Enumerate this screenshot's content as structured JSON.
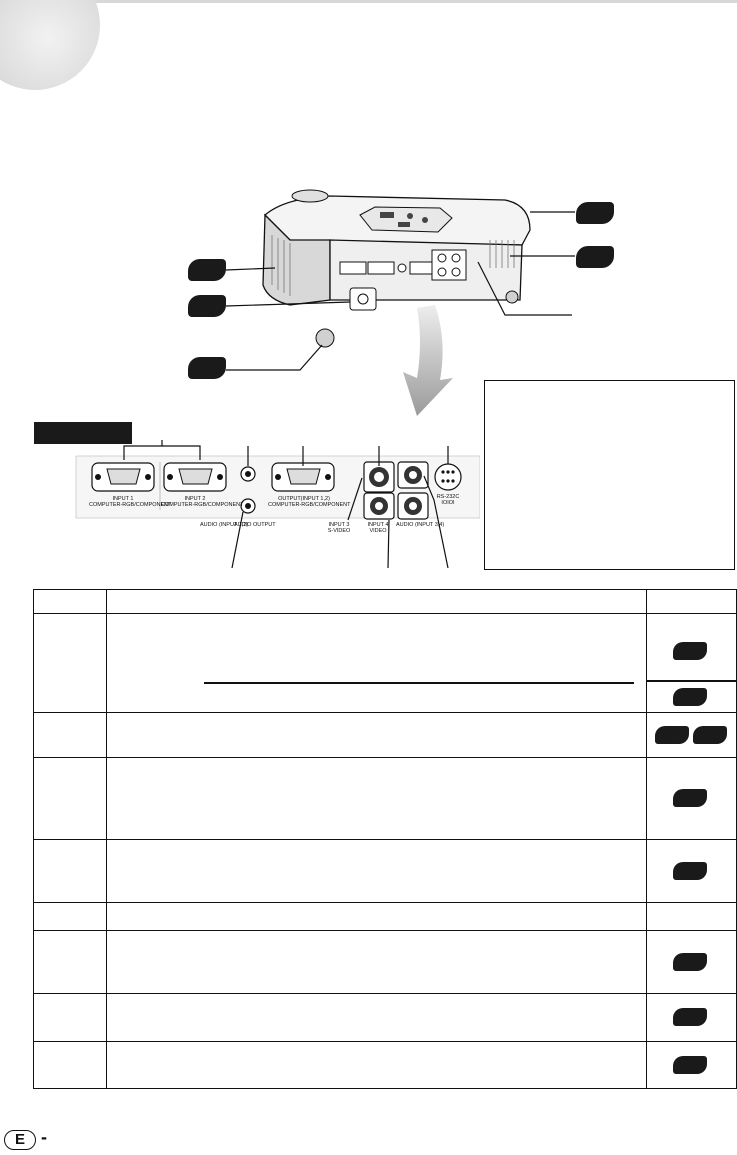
{
  "page": {
    "footer_letter": "E",
    "footer_dash": "-"
  },
  "rear_panel": {
    "ports": {
      "input1": "INPUT 1",
      "input2": "INPUT 2",
      "input12_sub": "COMPUTER-RGB/COMPONENT",
      "output": "OUTPUT(INPUT 1,2)",
      "output_sub": "COMPUTER-RGB/COMPONENT",
      "audio_in_12": "AUDIO (INPUT 1,2)",
      "audio_out": "AUDIO OUTPUT",
      "input3": "INPUT 3",
      "input3_sub": "S-VIDEO",
      "input4": "INPUT 4",
      "input4_sub": "VIDEO",
      "audio_in_34": "AUDIO (INPUT 3,4)",
      "rs232c": "RS-232C",
      "rs232c_sub": "IOIOI"
    }
  },
  "colors": {
    "ink": "#111111",
    "tag_fill": "#1a1a1a",
    "deco_gray": "#d0d0d0"
  },
  "icons": {
    "footer": "circled-letter-e",
    "arrow": "curved-down-arrow"
  }
}
